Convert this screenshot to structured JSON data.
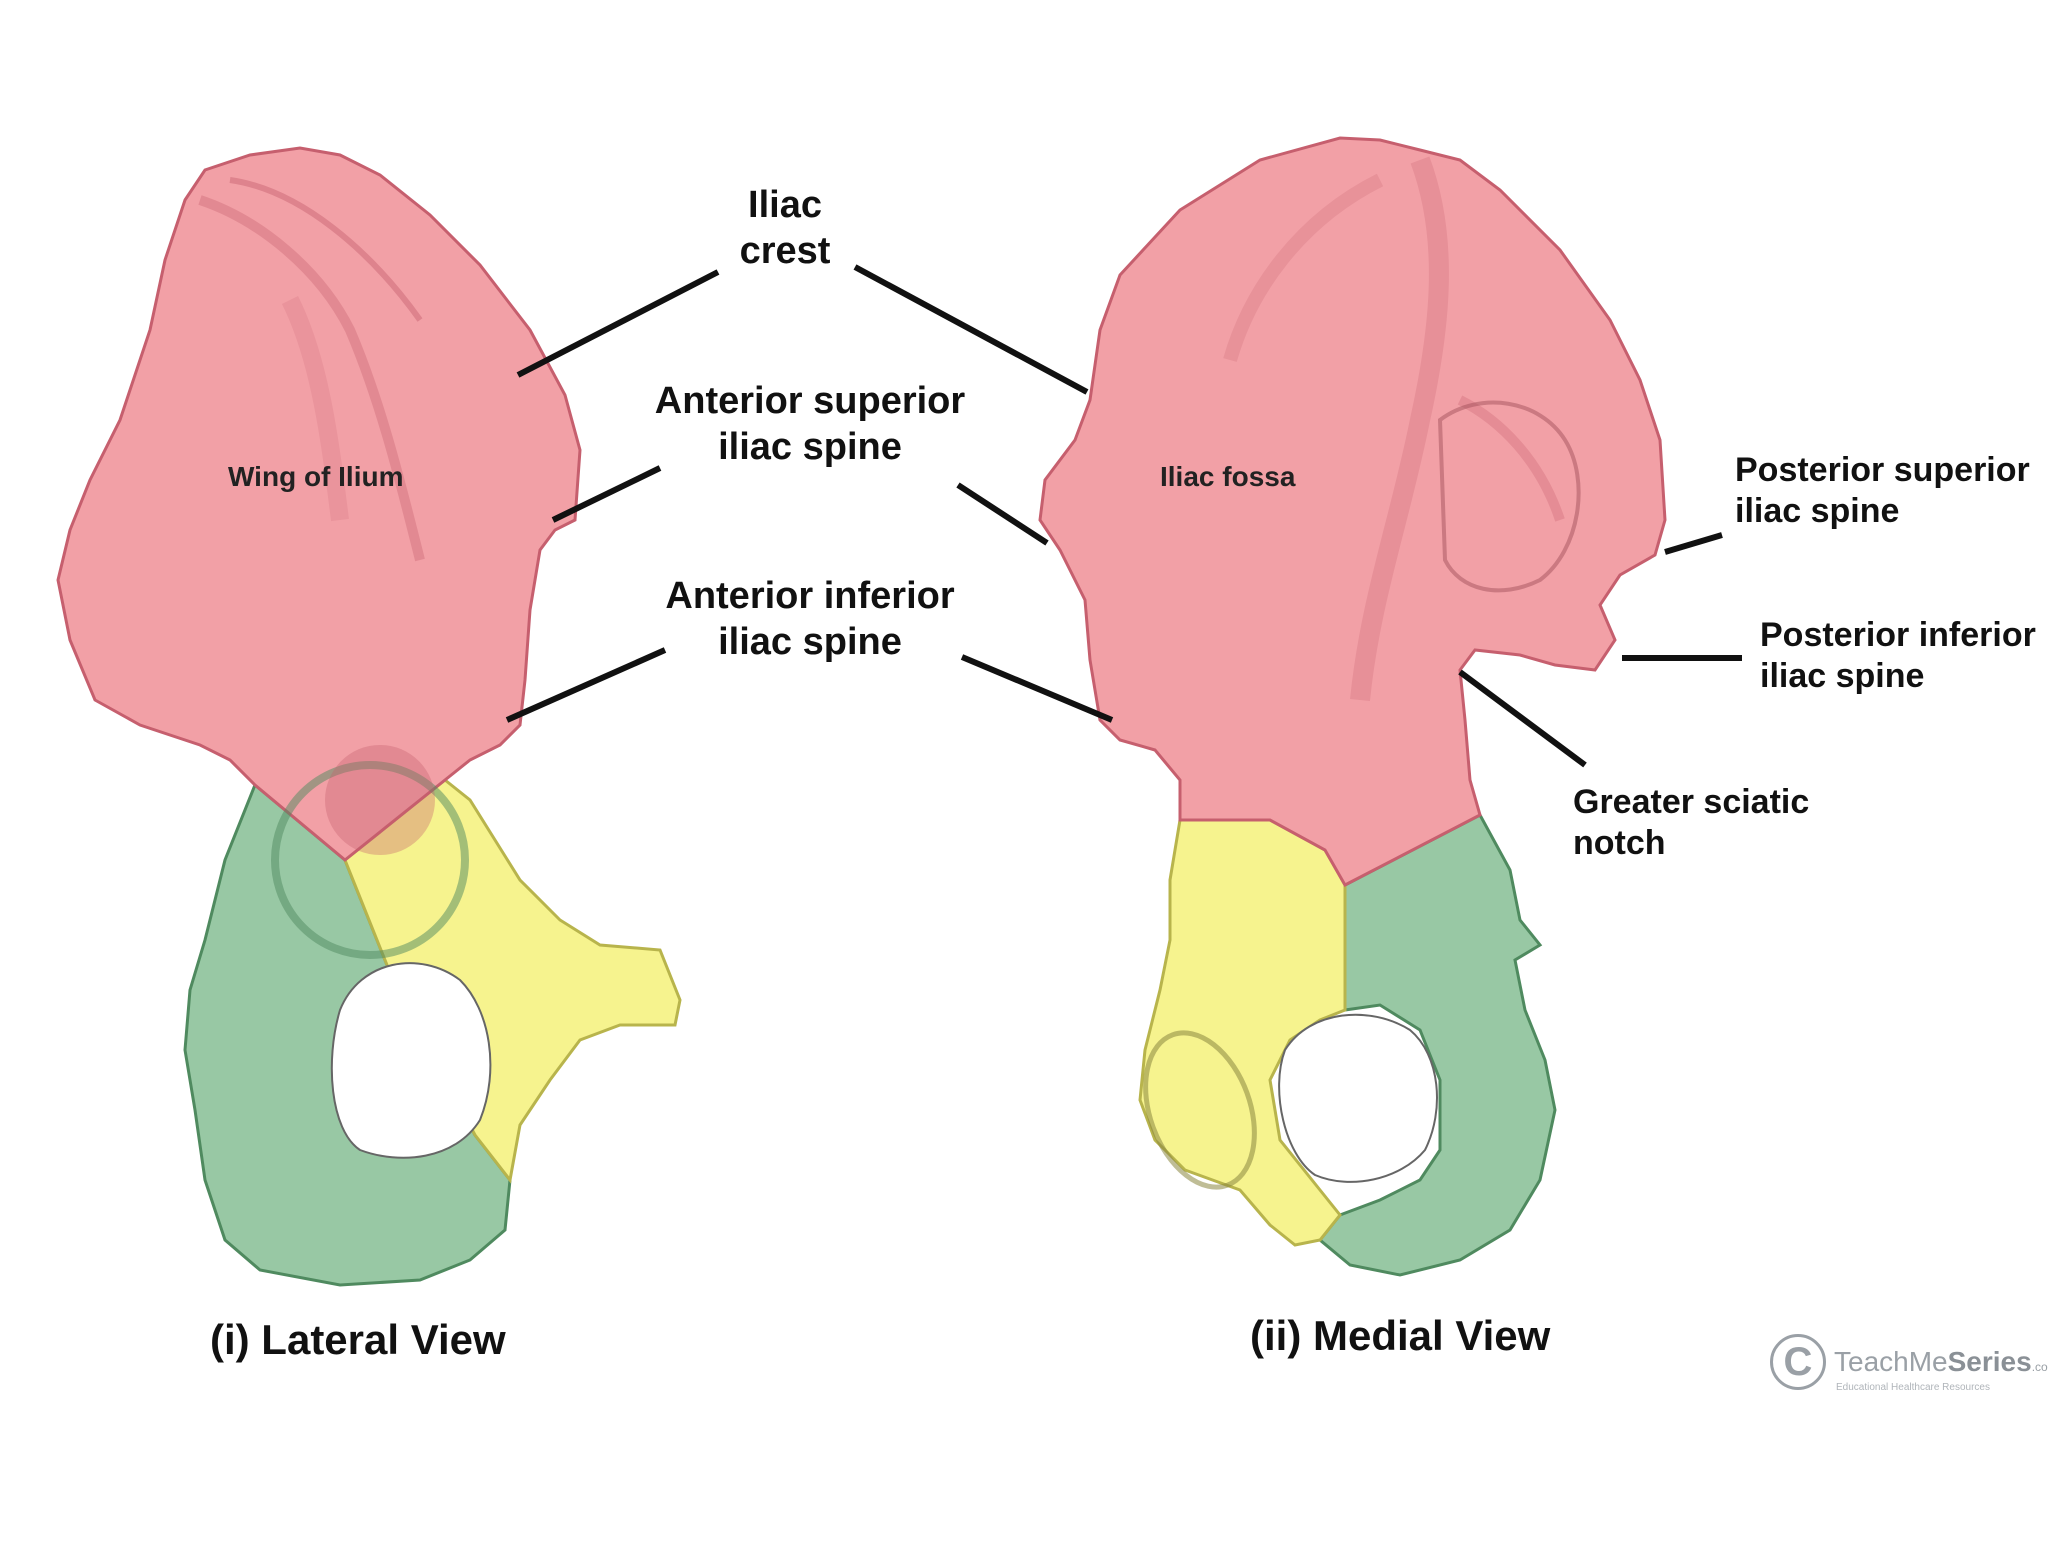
{
  "colors": {
    "ilium": "#f2a0a6",
    "ilium_shade": "#c65f6e",
    "ischium": "#98c8a4",
    "ischium_shade": "#4f8a5f",
    "pubis": "#f6f38e",
    "pubis_shade": "#b8b44c",
    "leader": "#111111"
  },
  "labels": {
    "iliac_crest": [
      "Iliac",
      "crest"
    ],
    "asis": [
      "Anterior superior",
      "iliac spine"
    ],
    "aiis": [
      "Anterior inferior",
      "iliac spine"
    ],
    "psis": [
      "Posterior superior",
      "iliac spine"
    ],
    "piis": [
      "Posterior inferior",
      "iliac spine"
    ],
    "sciatic_notch": [
      "Greater sciatic",
      "notch"
    ],
    "wing_of_ilium": "Wing of Ilium",
    "iliac_fossa": "Iliac fossa"
  },
  "views": {
    "lateral": "(i) Lateral View",
    "medial": "(ii) Medial View"
  },
  "brand": {
    "symbol": "C",
    "name_light": "TeachMe",
    "name_bold": "Series",
    "suffix": ".com",
    "tagline": "Educational Healthcare Resources"
  }
}
